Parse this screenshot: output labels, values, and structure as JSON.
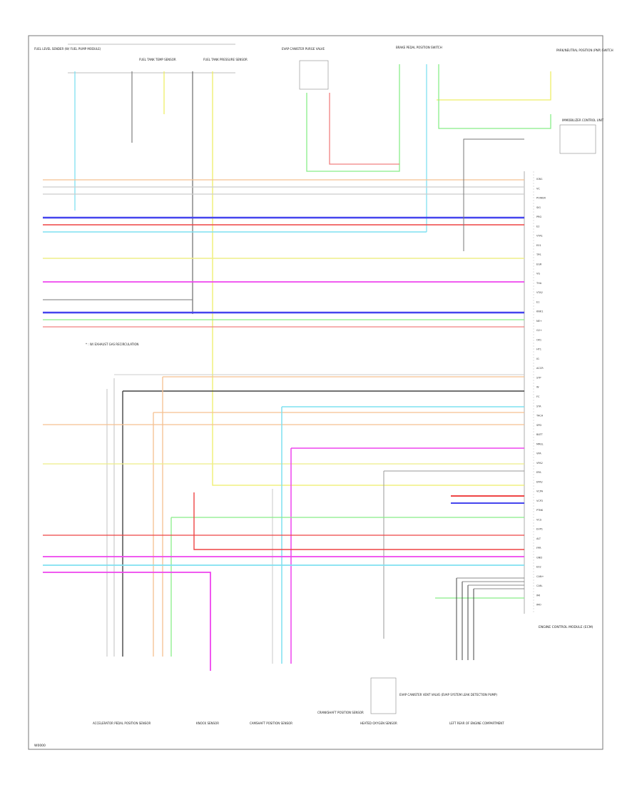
{
  "diagram": {
    "page_code": "W0000",
    "components": {
      "fuel_level_sender": "FUEL LEVEL SENDER (W/ FUEL PUMP MODULE)",
      "fuel_tank_pressure": "FUEL TANK PRESSURE SENSOR",
      "fuel_tank_temp": "FUEL TANK TEMP SENSOR",
      "evap_canister": "EVAP CANISTER PURGE VALVE",
      "evap_solenoid": "EVAP CANISTER VENT VALVE (EVAP SYSTEM LEAK DETECTION PUMP)",
      "park_neutral": "PARK/NEUTRAL POSITION (PNP) SWITCH",
      "brake_switch": "BRAKE PEDAL POSITION SWITCH",
      "ecm": "ENGINE CONTROL MODULE (ECM)",
      "immobilizer": "IMMOBILIZER CONTROL UNIT",
      "accelerator": "ACCELERATOR PEDAL POSITION SENSOR",
      "knock_sensor": "KNOCK SENSOR",
      "cam_sensor": "CAMSHAFT POSITION SENSOR",
      "crank_sensor": "CRANKSHAFT POSITION SENSOR",
      "oxygen_sensor": "HEATED OXYGEN SENSOR",
      "ground_note": "LEFT REAR OF ENGINE COMPARTMENT",
      "connector_note": "* : W/ EXHAUST GAS RECIRCULATION"
    },
    "ecm_pins": [
      "IGN1",
      "VC",
      "POWER",
      "SIG",
      "PRG",
      "E2",
      "VTA1",
      "E01",
      "TPS",
      "EGR",
      "VG",
      "THA",
      "VTA2",
      "E1",
      "KNK1",
      "NE+",
      "G2+",
      "OX1",
      "HT1",
      "IG",
      "ACCR",
      "STP",
      "W",
      "FC",
      "STA",
      "TACH",
      "SPD",
      "BATT",
      "MREL",
      "VPA",
      "VPA2",
      "EPA",
      "EPA2",
      "VCPA",
      "VCP2",
      "PTNK",
      "VCS",
      "EVP1",
      "ALT",
      "FPR",
      "GND",
      "E02",
      "CAN+",
      "CAN-",
      "IMI",
      "IMO"
    ]
  }
}
